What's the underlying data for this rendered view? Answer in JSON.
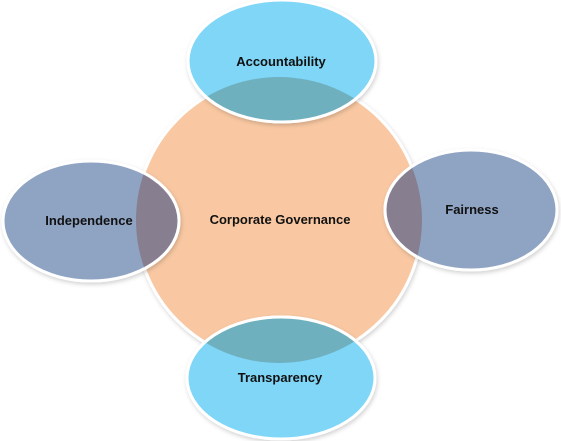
{
  "diagram": {
    "center": {
      "label": "Corporate Governance",
      "color": "#F9C8A2"
    },
    "nodes": [
      {
        "id": "accountability",
        "label": "Accountability",
        "color": "#7FD6F7"
      },
      {
        "id": "fairness",
        "label": "Fairness",
        "color": "#8FA3C3"
      },
      {
        "id": "transparency",
        "label": "Transparency",
        "color": "#7FD6F7"
      },
      {
        "id": "independence",
        "label": "Independence",
        "color": "#8FA3C3"
      }
    ],
    "overlap_tint": {
      "blue": "#6FB0BF",
      "slate": "#877E90"
    }
  }
}
